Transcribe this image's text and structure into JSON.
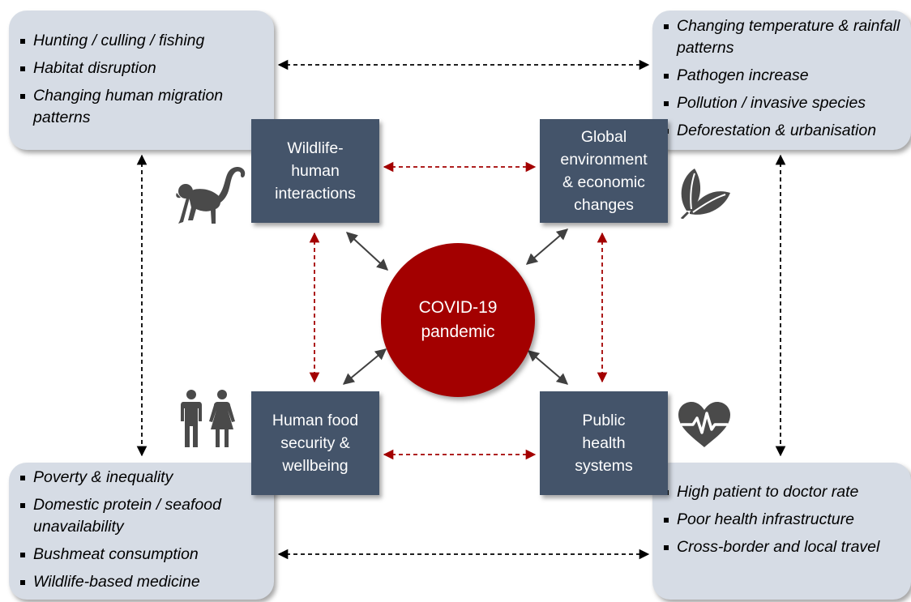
{
  "center": {
    "label": "COVID-19\npandemic",
    "color": "#a30000"
  },
  "nodes": {
    "wildlife": "Wildlife-\nhuman\ninteractions",
    "global": "Global\nenvironment\n& economic\nchanges",
    "food": "Human food\nsecurity &\nwellbeing",
    "health": "Public\nhealth\nsystems",
    "color": "#44546a"
  },
  "panels": {
    "top_left": [
      "Hunting / culling / fishing",
      "Habitat disruption",
      "Changing human migration patterns"
    ],
    "top_right": [
      "Changing temperature & rainfall patterns",
      "Pathogen increase",
      "Pollution / invasive species",
      "Deforestation & urbanisation"
    ],
    "bottom_left": [
      "Poverty & inequality",
      "Domestic protein / seafood unavailability",
      "Bushmeat consumption",
      "Wildlife-based medicine"
    ],
    "bottom_right": [
      "High patient to doctor rate",
      "Poor health infrastructure",
      "Cross-border and local travel"
    ],
    "color": "#d6dce5"
  },
  "icons": [
    "monkey-icon",
    "leaf-icon",
    "people-icon",
    "heart-icon"
  ],
  "colors": {
    "red_arrow": "#a30000",
    "black_arrow": "#000000",
    "gray_arrow": "#404040"
  }
}
